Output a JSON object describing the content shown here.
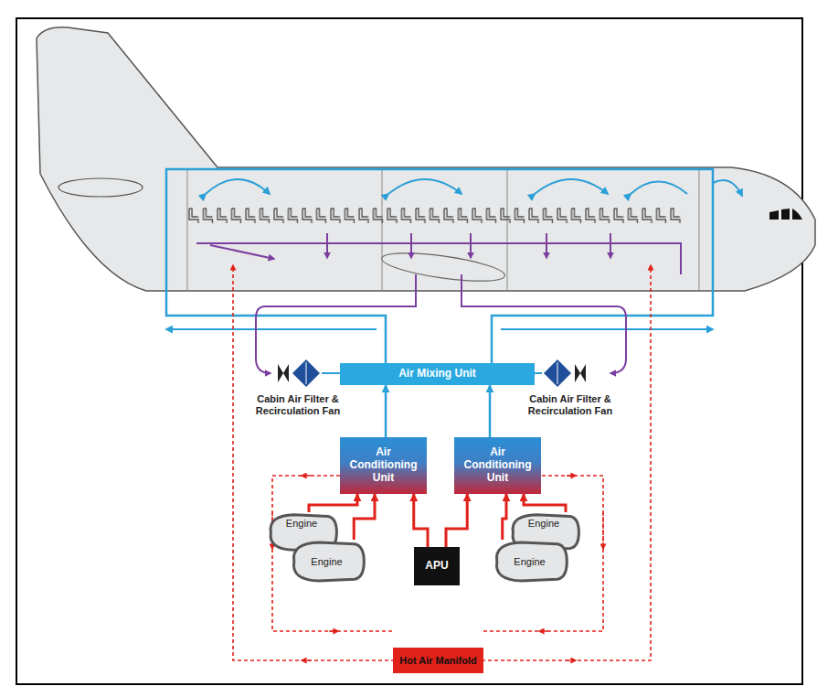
{
  "diagram": {
    "nodes": [
      {
        "text": [
          "Air Mixing Unit"
        ]
      },
      {
        "text": [
          "Air Conditioning Unit"
        ]
      },
      {
        "text": [
          "Air Conditioning Unit"
        ]
      },
      {
        "text": [
          "Engine"
        ]
      },
      {
        "text": [
          "Engine"
        ]
      },
      {
        "text": [
          "APU"
        ]
      },
      {
        "text": [
          "Engine"
        ]
      },
      {
        "text": [
          "Engine"
        ]
      },
      {
        "text": [
          "Hot Air Manifold"
        ]
      }
    ],
    "edges": [
      {
        "from": 1,
        "to": 0,
        "arrow": "to"
      },
      {
        "from": 2,
        "to": 0,
        "arrow": "to"
      },
      {
        "from": 3,
        "to": 1,
        "arrow": "to"
      },
      {
        "from": 4,
        "to": 1,
        "arrow": "to"
      },
      {
        "from": 5,
        "to": 1,
        "arrow": "to"
      },
      {
        "from": 5,
        "to": 2,
        "arrow": "to"
      },
      {
        "from": 6,
        "to": 2,
        "arrow": "to"
      },
      {
        "from": 7,
        "to": 2,
        "arrow": "to"
      }
    ],
    "labels": [
      "Cabin Air Filter & Recirculation Fan",
      "Cabin Air Filter & Recirculation Fan"
    ]
  }
}
